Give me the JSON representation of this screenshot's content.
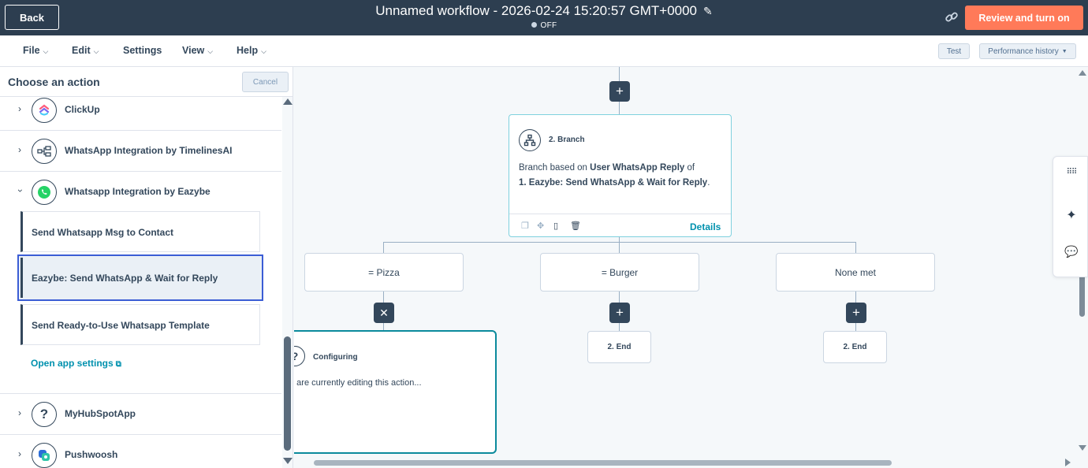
{
  "header": {
    "back_label": "Back",
    "workflow_title": "Unnamed workflow - 2026-02-24 15:20:57 GMT+0000",
    "status": "OFF",
    "review_label": "Review and turn on"
  },
  "menubar": {
    "file": "File",
    "edit": "Edit",
    "settings": "Settings",
    "view": "View",
    "help": "Help",
    "test_label": "Test",
    "performance_label": "Performance history"
  },
  "panel": {
    "title": "Choose an action",
    "cancel_label": "Cancel",
    "apps": [
      {
        "label": "ClickUp",
        "icon": "clickup-icon"
      },
      {
        "label": "WhatsApp Integration by TimelinesAI",
        "icon": "timelines-icon"
      },
      {
        "label": "Whatsapp Integration by Eazybe",
        "icon": "whatsapp-icon"
      },
      {
        "label": "MyHubSpotApp",
        "icon": "question-icon"
      },
      {
        "label": "Pushwoosh",
        "icon": "pushwoosh-icon"
      }
    ],
    "actions": [
      {
        "label": "Send Whatsapp Msg to Contact"
      },
      {
        "label": "Eazybe: Send WhatsApp & Wait for Reply"
      },
      {
        "label": "Send Ready-to-Use Whatsapp Template"
      }
    ],
    "open_settings": "Open app settings"
  },
  "canvas": {
    "branch": {
      "label": "2. Branch",
      "desc_prefix": "Branch based on ",
      "desc_bold1": "User WhatsApp Reply",
      "desc_mid": " of",
      "desc_bold2": "1. Eazybe: Send WhatsApp & Wait for Reply",
      "desc_suffix": ".",
      "details": "Details"
    },
    "options": [
      "= Pizza",
      "= Burger",
      "None met"
    ],
    "end_label": "2. End",
    "configuring": {
      "label": "Configuring",
      "desc": "u are currently editing this action..."
    }
  },
  "colors": {
    "header_bg": "#2d3e50",
    "accent_orange": "#ff7a59",
    "link_teal": "#0091ae",
    "selected_border": "#3b5dd5"
  }
}
